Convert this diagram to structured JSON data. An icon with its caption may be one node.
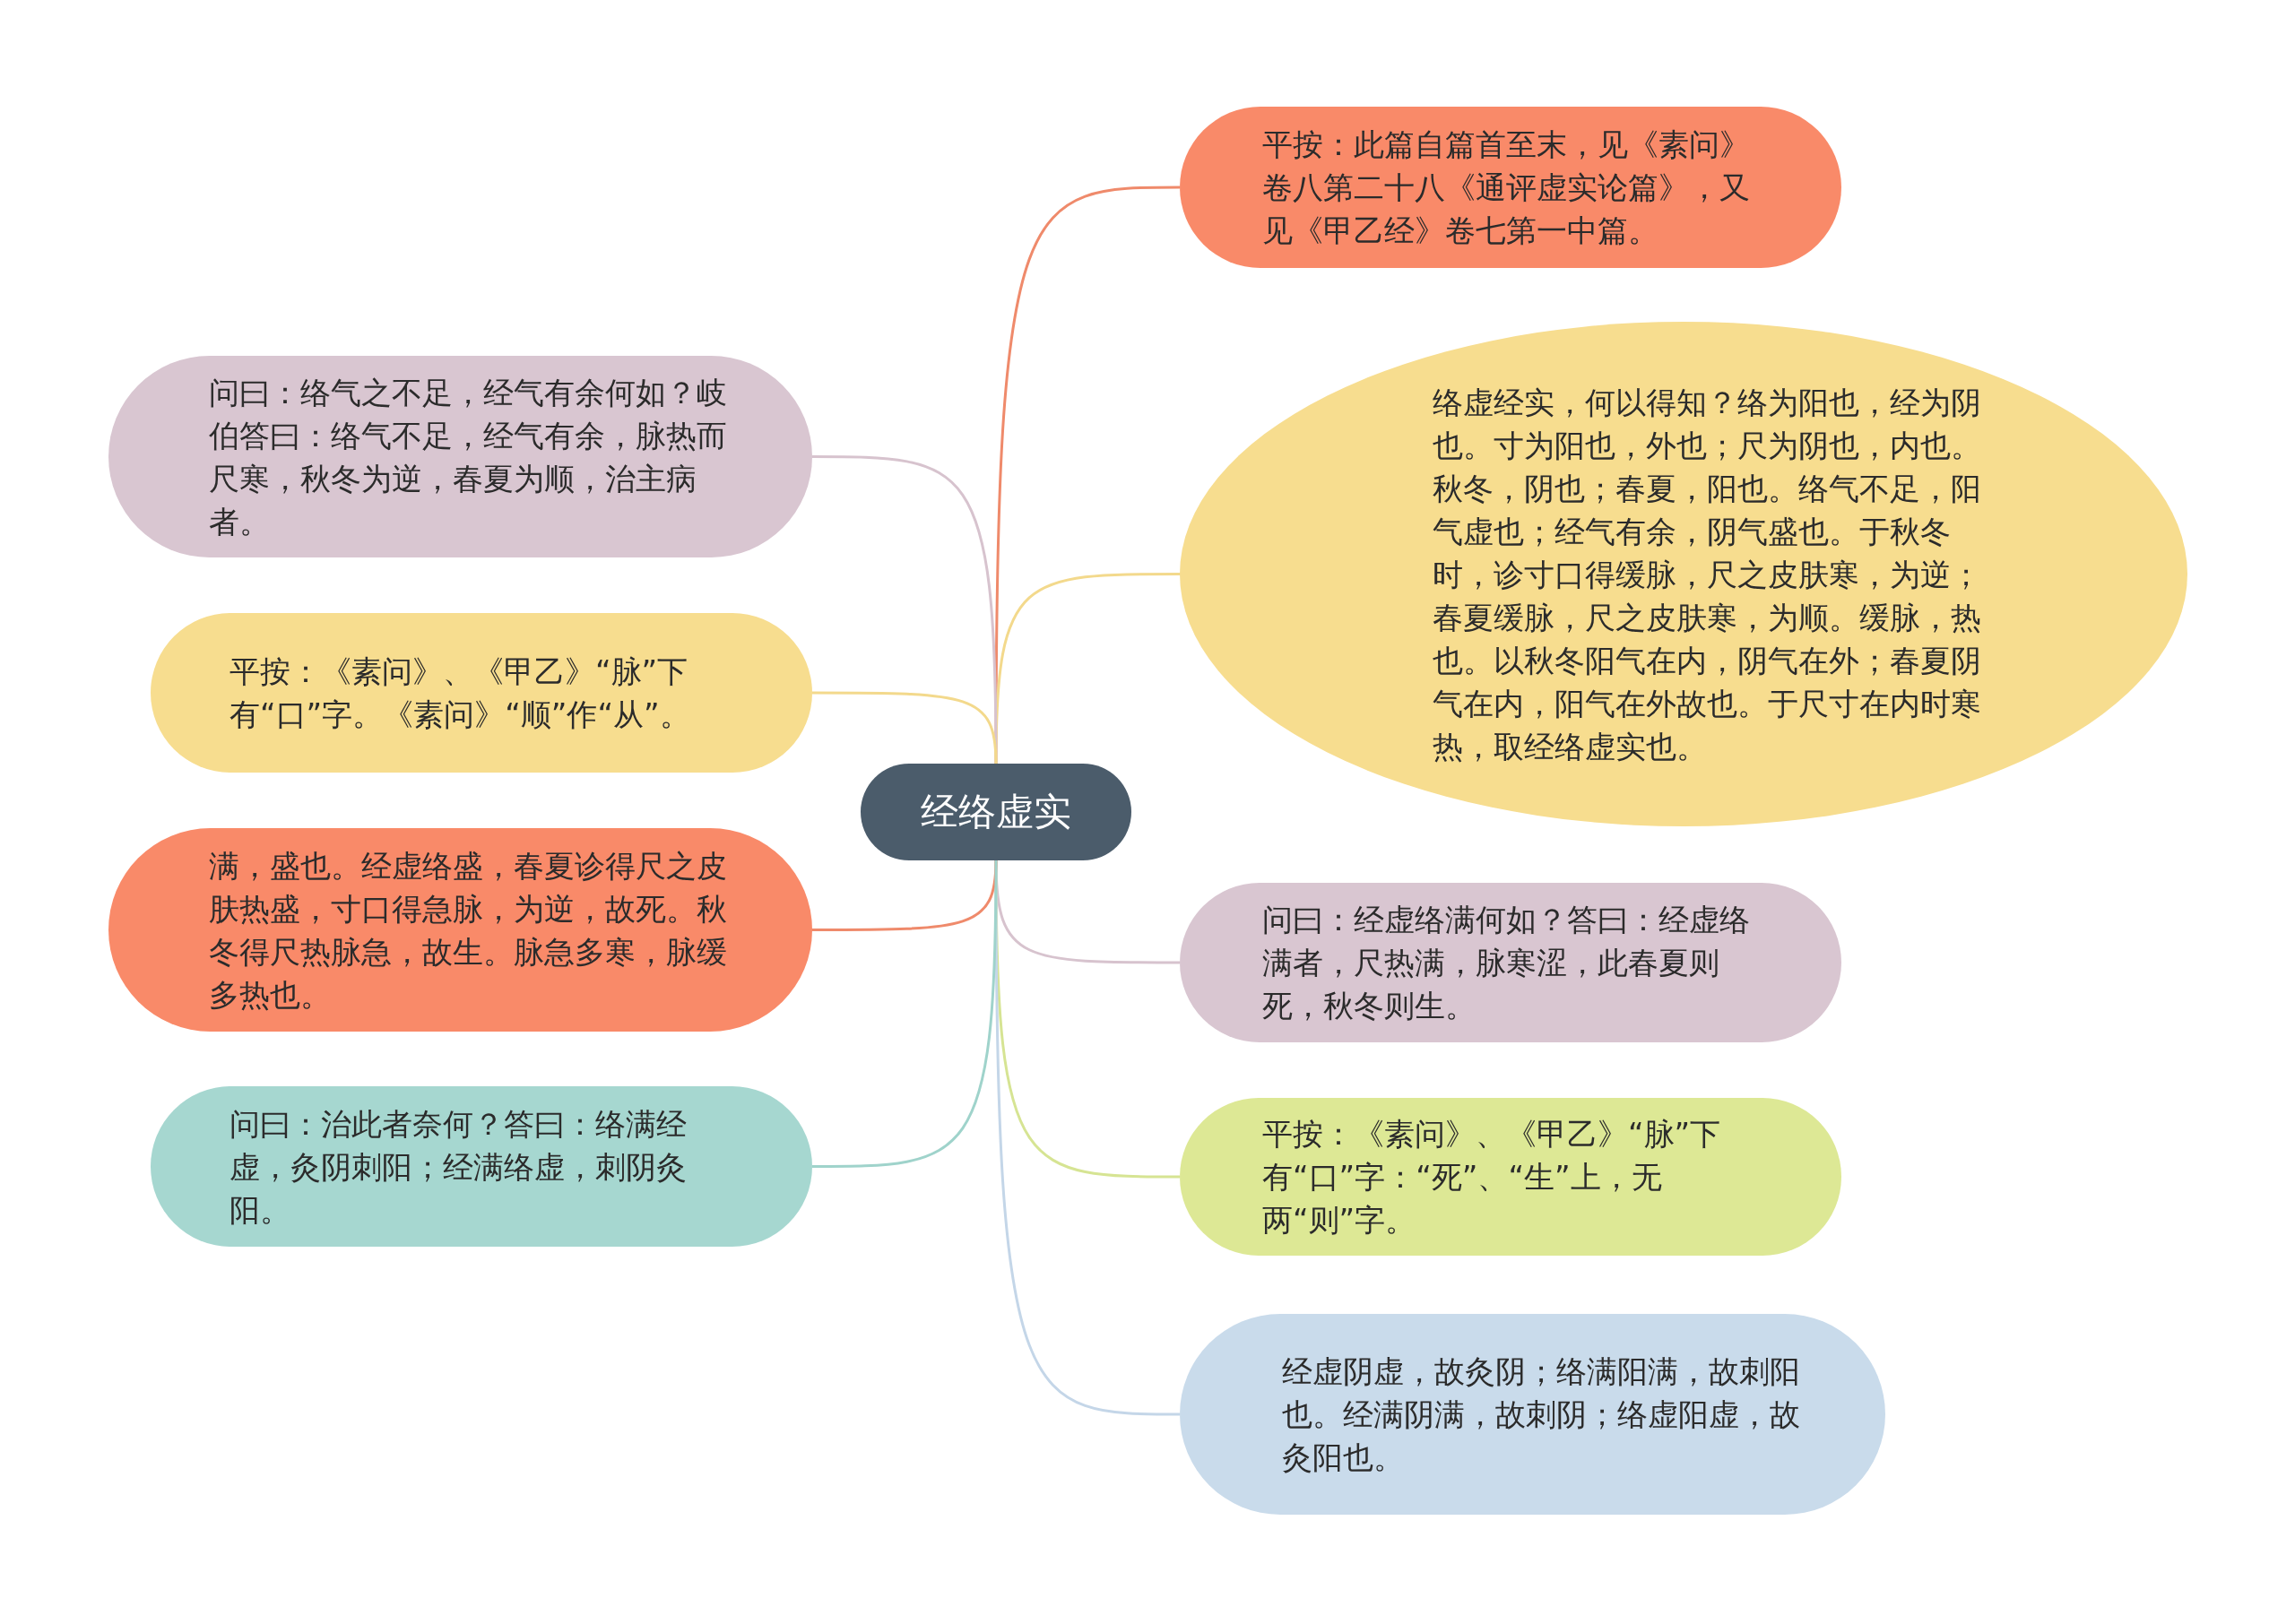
{
  "diagram": {
    "nodes": [
      {
        "text": [
          "经络虚实"
        ]
      },
      {
        "text": [
          "平按：此篇自篇首至末，见《素问》卷八第二十八《通评虚实论篇》，又见《甲乙经》卷七第一中篇。"
        ]
      },
      {
        "text": [
          "络虚经实，何以得知？络为阳也，经为阴也。寸为阳也，外也；尺为阴也，内也。秋冬，阴也；春夏，阳也。络气不足，阳气虚也；经气有余，阴气盛也。于秋冬时，诊寸口得缓脉，尺之皮肤寒，为逆；春夏缓脉，尺之皮肤寒，为顺。缓脉，热也。以秋冬阳气在内，阴气在外；春夏阴气在内，阳气在外故也。于尺寸在内时寒热，取经络虚实也。"
        ]
      },
      {
        "text": [
          "问曰：经虚络满何如？答曰：经虚络满者，尺热满，脉寒涩，此春夏则死，秋冬则生。"
        ]
      },
      {
        "text": [
          "平按：《素问》、《甲乙》“脉”下有“口”字：“死”、“生”上，无两“则”字。"
        ]
      },
      {
        "text": [
          "经虚阴虚，故灸阴；络满阳满，故刺阳也。经满阴满，故刺阴；络虚阳虚，故灸阳也。"
        ]
      },
      {
        "text": [
          "问曰：络气之不足，经气有余何如？岐伯答曰：络气不足，经气有余，脉热而尺寒，秋冬为逆，春夏为顺，治主病者。"
        ]
      },
      {
        "text": [
          "平按：《素问》、《甲乙》“脉”下有“口”字。《素问》“顺”作“从”。"
        ]
      },
      {
        "text": [
          "满，盛也。经虚络盛，春夏诊得尺之皮肤热盛，寸口得急脉，为逆，故死。秋冬得尺热脉急，故生。脉急多寒，脉缓多热也。"
        ]
      },
      {
        "text": [
          "问曰：治此者奈何？答曰：络满经虚，灸阴刺阳；经满络虚，刺阴灸阳。"
        ]
      }
    ],
    "edges": [
      {
        "from": 0,
        "to": 1,
        "arrow": "none",
        "color": "#ef8a6b"
      },
      {
        "from": 0,
        "to": 2,
        "arrow": "none",
        "color": "#f3d98c"
      },
      {
        "from": 0,
        "to": 3,
        "arrow": "none",
        "color": "#d7c3ce"
      },
      {
        "from": 0,
        "to": 4,
        "arrow": "none",
        "color": "#d6e493"
      },
      {
        "from": 0,
        "to": 5,
        "arrow": "none",
        "color": "#c4d6e8"
      },
      {
        "from": 0,
        "to": 6,
        "arrow": "none",
        "color": "#d7c3ce"
      },
      {
        "from": 0,
        "to": 7,
        "arrow": "none",
        "color": "#f3d98c"
      },
      {
        "from": 0,
        "to": 8,
        "arrow": "none",
        "color": "#ef8a6b"
      },
      {
        "from": 0,
        "to": 9,
        "arrow": "none",
        "color": "#9fd3cb"
      }
    ]
  }
}
